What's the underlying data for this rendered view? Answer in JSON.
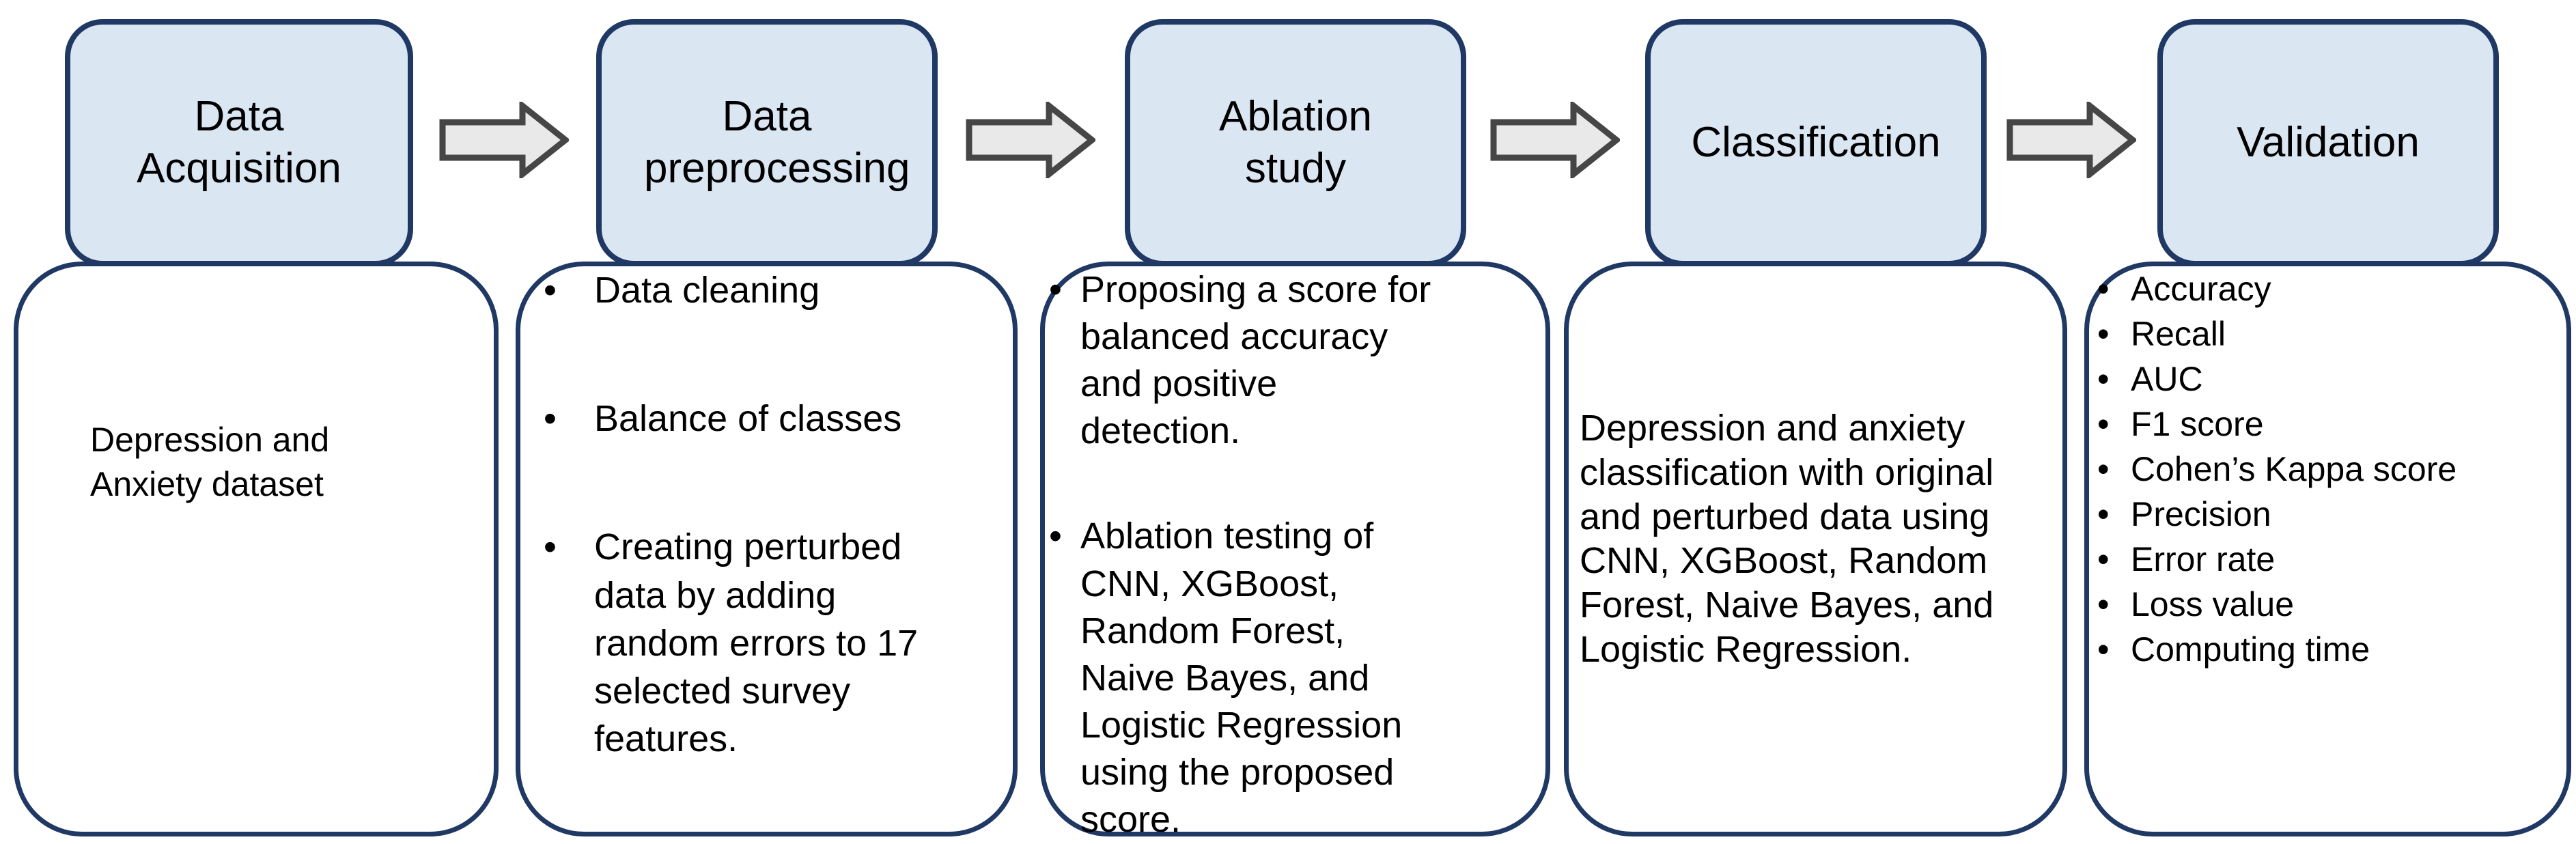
{
  "diagram": {
    "bullet_glyph": "•",
    "colors": {
      "header_fill": "#dbe6f3",
      "box_border": "#1f3864",
      "arrow_fill": "#e9e9e9",
      "arrow_stroke": "#464646",
      "text": "#000000",
      "background": "#ffffff"
    },
    "stages": [
      {
        "title": "Data Acquisition",
        "body_text": "Depression and Anxiety dataset",
        "bullets": []
      },
      {
        "title": "Data preprocessing",
        "body_text": "",
        "bullets": [
          "Data cleaning",
          "Balance of classes",
          "Creating perturbed data by adding random errors to 17 selected survey features."
        ]
      },
      {
        "title": "Ablation study",
        "body_text": "",
        "bullets": [
          "Proposing a score for balanced accuracy and positive detection.",
          "Ablation testing of CNN, XGBoost, Random Forest, Naive Bayes, and Logistic Regression using the proposed score."
        ]
      },
      {
        "title": "Classification",
        "body_text": "Depression and anxiety classification with original and perturbed data using CNN, XGBoost, Random Forest, Naive Bayes, and Logistic Regression.",
        "bullets": []
      },
      {
        "title": "Validation",
        "body_text": "",
        "bullets": [
          "Accuracy",
          "Recall",
          "AUC",
          "F1 score",
          "Cohen’s Kappa score",
          "Precision",
          "Error rate",
          "Loss value",
          "Computing time"
        ]
      }
    ]
  }
}
